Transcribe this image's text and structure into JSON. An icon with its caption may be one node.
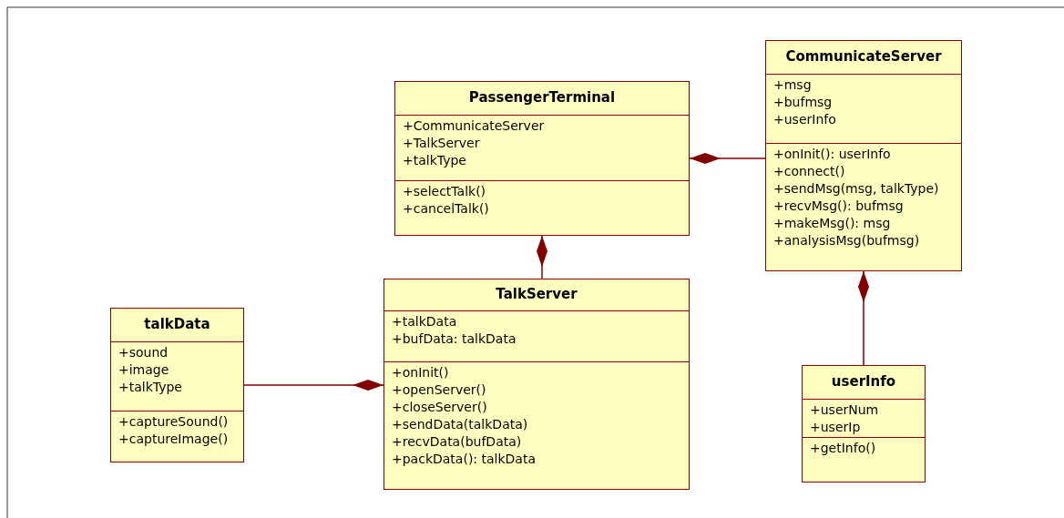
{
  "diagram": {
    "nodes": [
      {
        "text": [
          "PassengerTerminal"
        ]
      },
      {
        "text": [
          "+CommunicateServer",
          "+TalkServer",
          "+talkType"
        ],
        "in": 0
      },
      {
        "text": [
          "+selectTalk()",
          "+cancelTalk()"
        ],
        "in": 0
      },
      {
        "text": [
          "CommunicateServer"
        ]
      },
      {
        "text": [
          "+msg",
          "+bufmsg",
          "+userInfo"
        ],
        "in": 3
      },
      {
        "text": [
          "+onInit(): userInfo",
          "+connect()",
          "+sendMsg(msg, talkType)",
          "+recvMsg(): bufmsg",
          "+makeMsg(): msg",
          "+analysisMsg(bufmsg)"
        ],
        "in": 3
      },
      {
        "text": [
          "talkData"
        ]
      },
      {
        "text": [
          "+sound",
          "+image",
          "+talkType"
        ],
        "in": 6
      },
      {
        "text": [
          "+captureSound()",
          "+captureImage()"
        ],
        "in": 6
      },
      {
        "text": [
          "TalkServer"
        ]
      },
      {
        "text": [
          "+talkData",
          "+bufData: talkData"
        ],
        "in": 9
      },
      {
        "text": [
          "+onInit()",
          "+openServer()",
          "+closeServer()",
          "+sendData(talkData)",
          "+recvData(bufData)",
          "+packData(): talkData"
        ],
        "in": 9
      },
      {
        "text": [
          "userInfo"
        ]
      },
      {
        "text": [
          "+userNum",
          "+userIp"
        ],
        "in": 12
      },
      {
        "text": [
          "+getInfo()"
        ],
        "in": 12
      }
    ],
    "edges": [
      {
        "from": 3,
        "to": 0,
        "arrow": "other"
      },
      {
        "from": 9,
        "to": 0,
        "arrow": "other"
      },
      {
        "from": 6,
        "to": 9,
        "arrow": "other"
      },
      {
        "from": 12,
        "to": 3,
        "arrow": "other"
      }
    ]
  }
}
